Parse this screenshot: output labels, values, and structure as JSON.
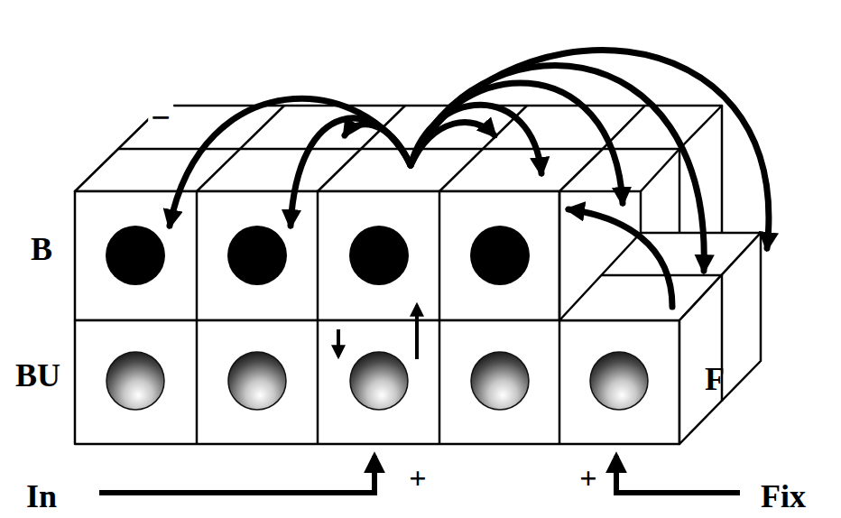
{
  "diagram": {
    "labels": [
      "−",
      "B",
      "BU",
      "F",
      "In",
      "+",
      "+",
      "Fix"
    ]
  }
}
